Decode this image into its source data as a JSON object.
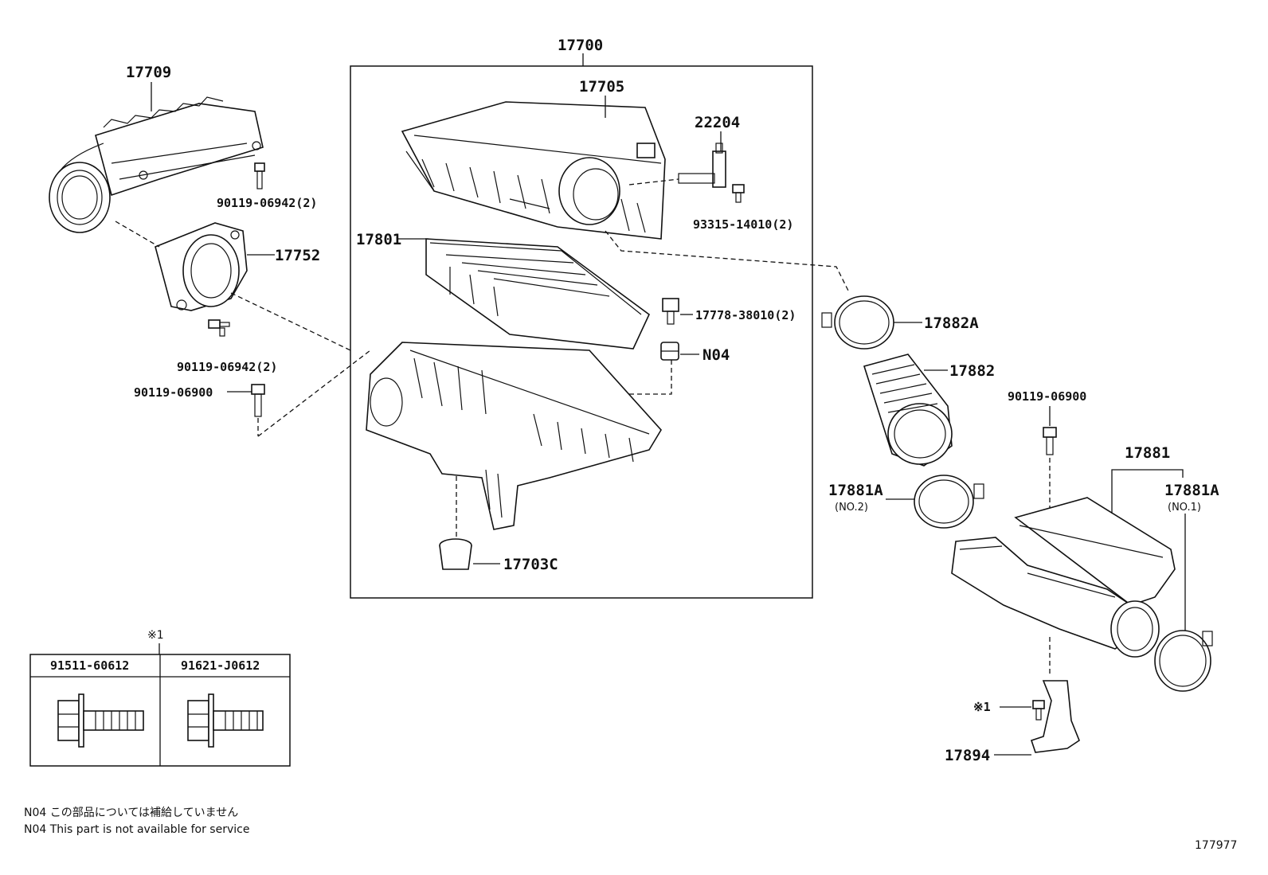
{
  "labels": {
    "p17700": "17700",
    "p17705": "17705",
    "p22204": "22204",
    "p93315": "93315-14010(2)",
    "p17709": "17709",
    "p90119a": "90119-06942(2)",
    "p17752": "17752",
    "p90119b": "90119-06942(2)",
    "p90119c": "90119-06900",
    "p17801": "17801",
    "p17778": "17778-38010(2)",
    "n04": "N04",
    "p17703c": "17703C",
    "p17882a": "17882A",
    "p17882": "17882",
    "p90119d": "90119-06900",
    "p17881": "17881",
    "p17881a_no2": "17881A",
    "no2": "(NO.2)",
    "p17881a_no1": "17881A",
    "no1": "(NO.1)",
    "ref1_mark": "※1",
    "p17894": "17894",
    "ref1_mark2": "※1"
  },
  "table": {
    "mark": "※1",
    "col1": "91511-60612",
    "col2": "91621-J0612"
  },
  "notes": {
    "jp": "N04 この部品については補給していません",
    "en": "N04 This part is not available for service"
  },
  "figure_id": "177977"
}
